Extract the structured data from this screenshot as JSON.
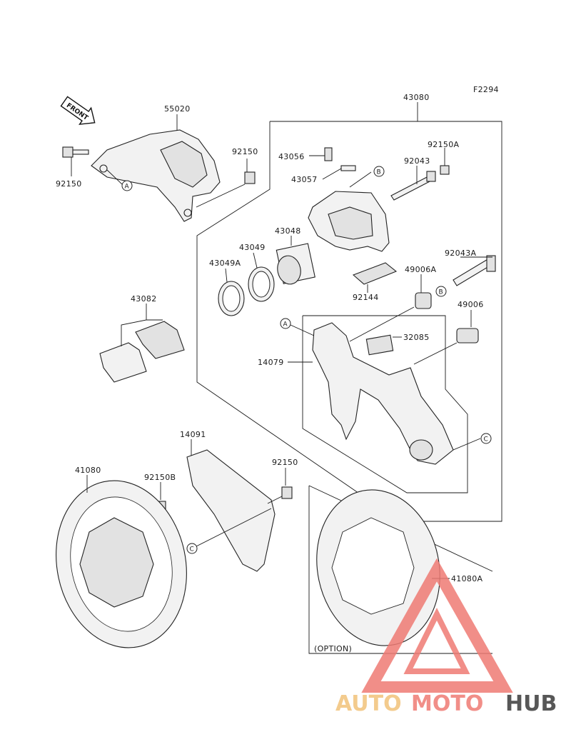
{
  "diagram_code": "F2294",
  "front_arrow_label": "FRONT",
  "option_label": "(OPTION)",
  "ref_letters": {
    "a": "A",
    "b": "B",
    "c": "C"
  },
  "parts": {
    "p55020": "55020",
    "p92150_left": "92150",
    "p92150_mid": "92150",
    "p92150_lower": "92150",
    "p43080": "43080",
    "p43056": "43056",
    "p43057": "43057",
    "p92150a": "92150A",
    "p92043": "92043",
    "p43048": "43048",
    "p43049": "43049",
    "p43049a": "43049A",
    "p92043a": "92043A",
    "p49006a": "49006A",
    "p92144": "92144",
    "p49006": "49006",
    "p43082": "43082",
    "p32085": "32085",
    "p14079": "14079",
    "p14091": "14091",
    "p41080": "41080",
    "p92150b": "92150B",
    "p41080a": "41080A"
  },
  "watermark": {
    "part1": "AUTO",
    "part2": "MOTO",
    "part3": "HUB",
    "color_auto": "#f2c27a",
    "color_moto": "#ef7b74",
    "color_hub": "#3a3a3a"
  }
}
